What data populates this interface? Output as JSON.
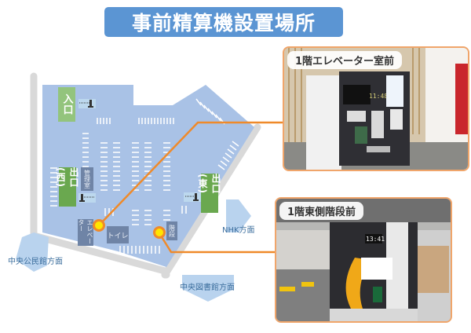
{
  "title": "事前精算機設置場所",
  "colors": {
    "title_bg": "#5b95d3",
    "lot_fill": "#a9c2e6",
    "road": "#d9d9d9",
    "route_line": "#ef8a2a",
    "marker_fill": "#ffe600",
    "exit_label": "#6aa84f",
    "entrance_label": "#93c47d",
    "facility_label": "#6f84a6",
    "direction_arrow": "#b9d3ee",
    "direction_text": "#3d6f9e",
    "photo_border": "#f0a56a"
  },
  "map": {
    "entrance": "入口",
    "exit_west": "出口(西)",
    "exit_east": "出口(東)",
    "management_office": "管理室",
    "elevator": "エレベーター",
    "toilet": "トイレ",
    "stairs": "階段",
    "directions": {
      "nhk": "NHK方面",
      "community_hall": "中央公民館方面",
      "library": "中央図書館方面"
    }
  },
  "locations": [
    {
      "caption": "1階エレベーター室前",
      "clock": "11:48"
    },
    {
      "caption": "1階東側階段前",
      "clock": "13:41"
    }
  ]
}
